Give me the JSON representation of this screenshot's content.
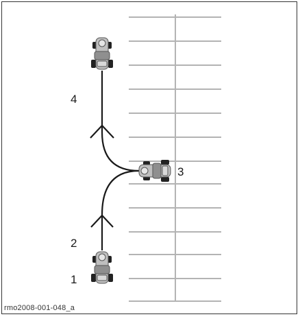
{
  "diagram": {
    "steps": [
      {
        "id": "1",
        "label": "1"
      },
      {
        "id": "2",
        "label": "2"
      },
      {
        "id": "3",
        "label": "3"
      },
      {
        "id": "4",
        "label": "4"
      }
    ],
    "caption": "rmo2008-001-048_a",
    "line_color": "#1a1a1a",
    "parking_line_color": "#b3b3b3",
    "vehicle_icon": "atv-vehicle-icon",
    "arrow_icon": "direction-arrow-icon"
  }
}
